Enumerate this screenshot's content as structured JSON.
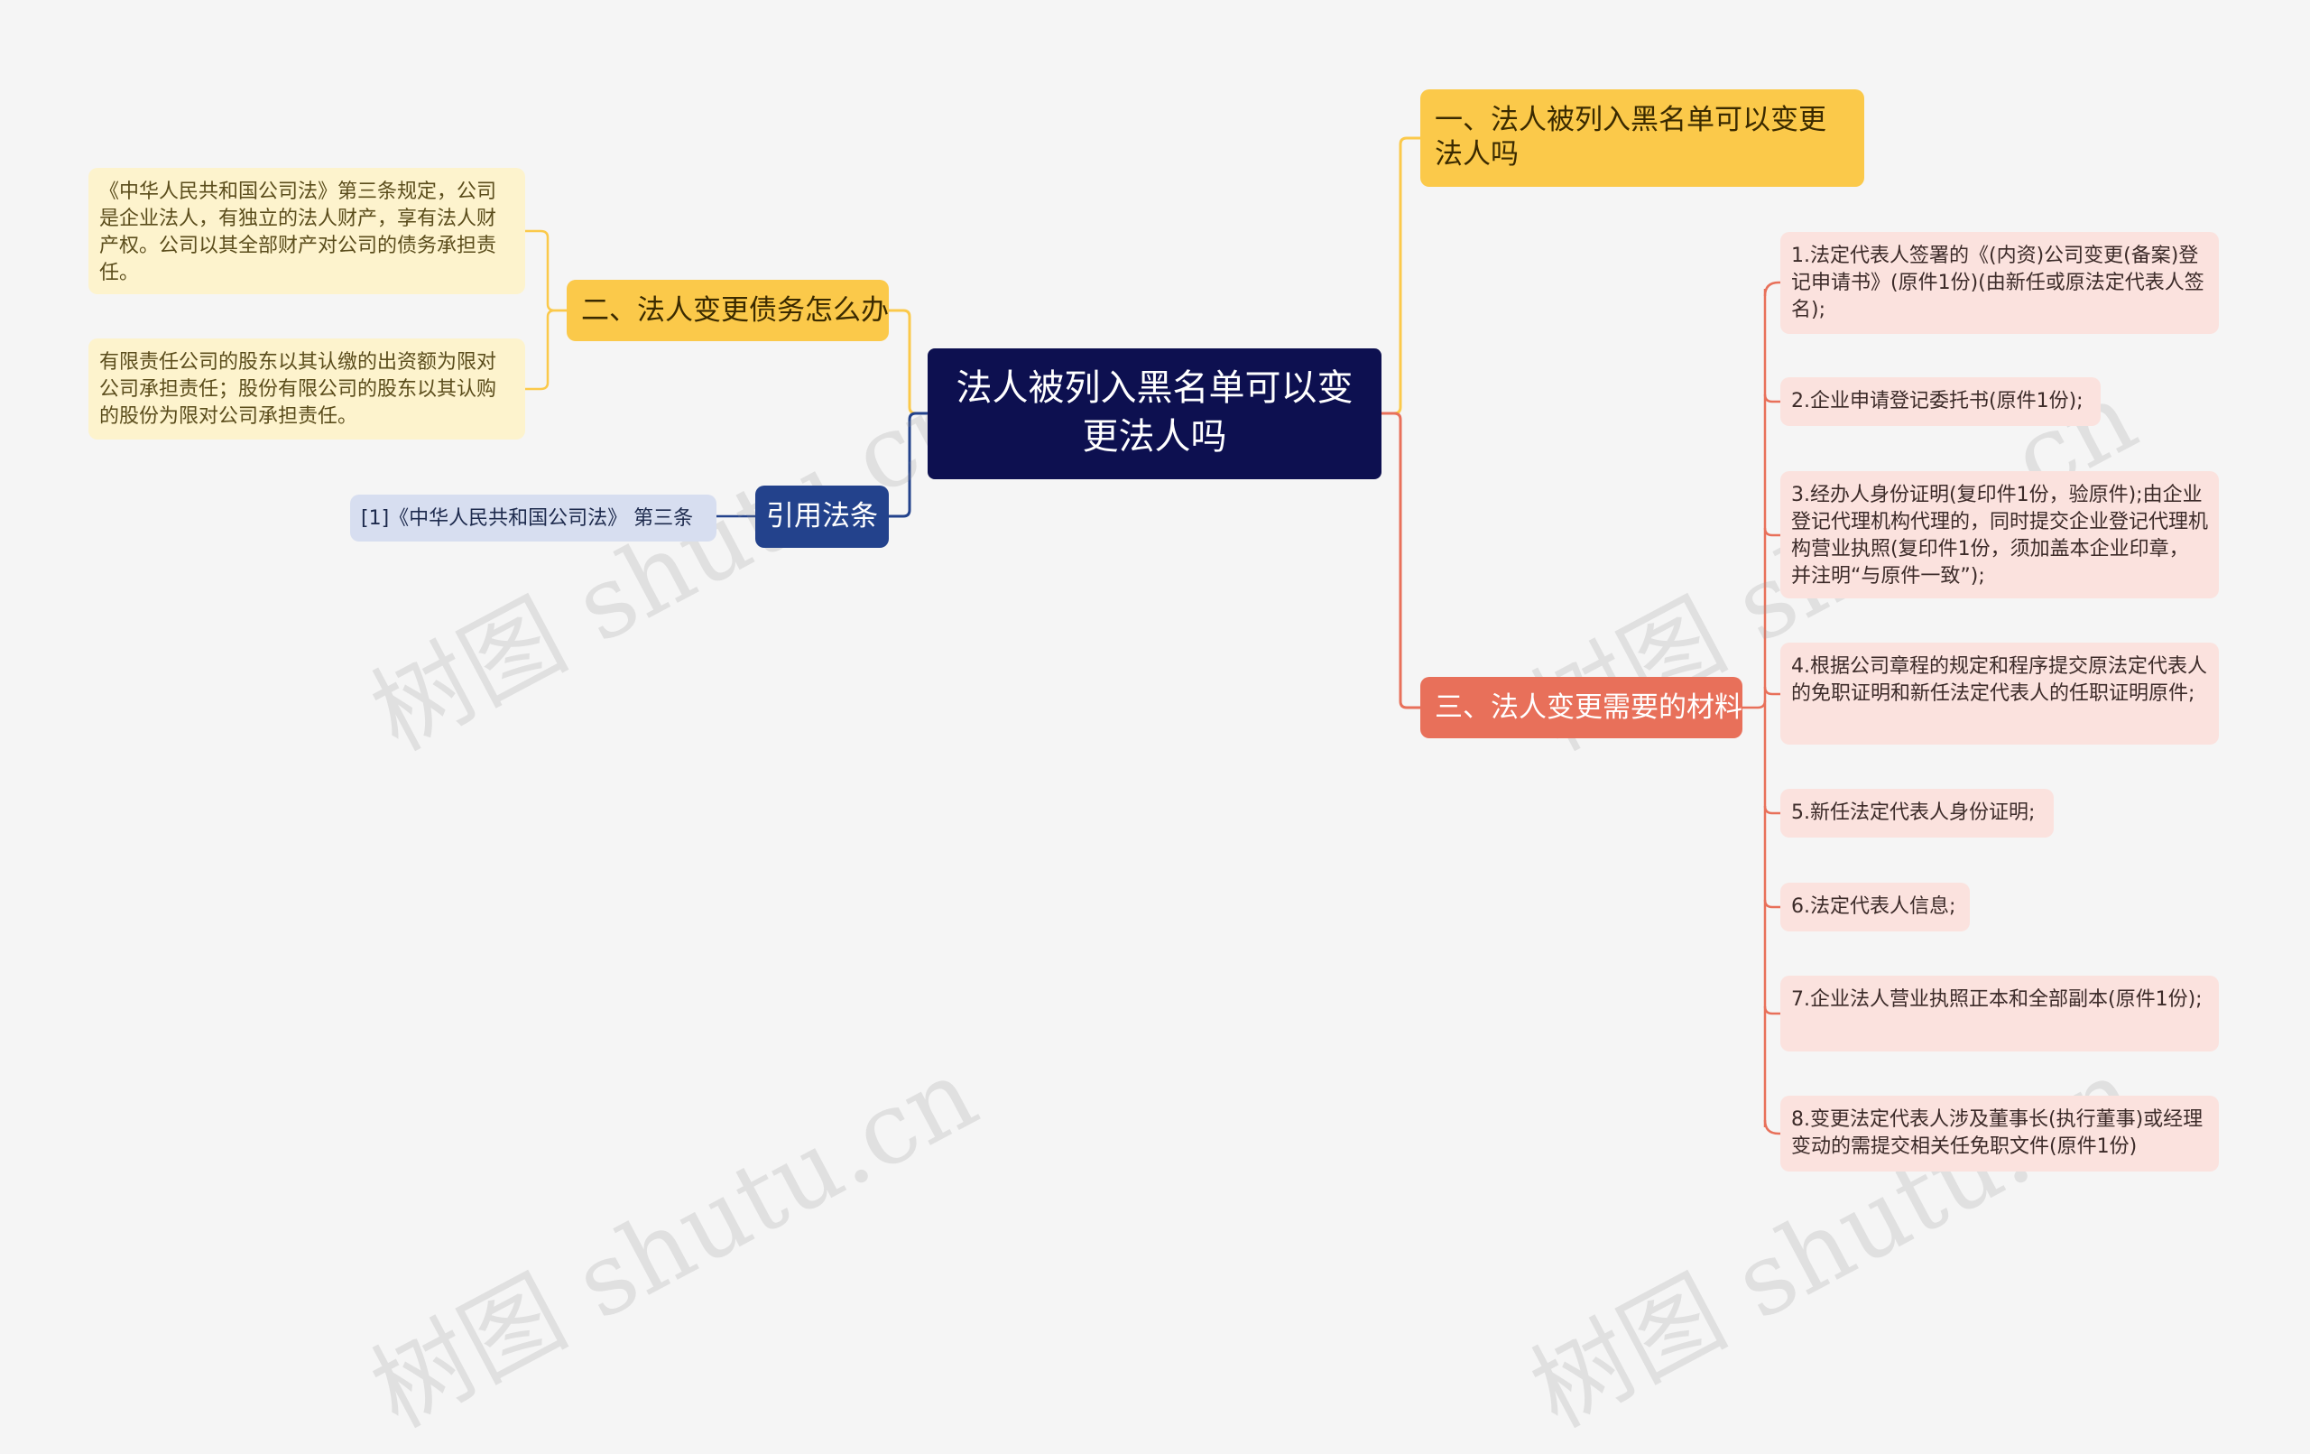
{
  "root": {
    "title": "法人被列入黑名单可以变更法人吗"
  },
  "branches": {
    "b1": "一、法人被列入黑名单可以变更法人吗",
    "b2": "二、法人变更债务怎么办",
    "b3": "三、法人变更需要的材料",
    "b4": "引用法条"
  },
  "leaves": {
    "debt": [
      "《中华人民共和国公司法》第三条规定，公司是企业法人，有独立的法人财产，享有法人财产权。公司以其全部财产对公司的债务承担责任。",
      "有限责任公司的股东以其认缴的出资额为限对公司承担责任；股份有限公司的股东以其认购的股份为限对公司承担责任。"
    ],
    "law": [
      "[1]《中华人民共和国公司法》 第三条"
    ],
    "materials": [
      "1.法定代表人签署的《(内资)公司变更(备案)登记申请书》(原件1份)(由新任或原法定代表人签名);",
      "2.企业申请登记委托书(原件1份);",
      "3.经办人身份证明(复印件1份，验原件);由企业登记代理机构代理的，同时提交企业登记代理机构营业执照(复印件1份，须加盖本企业印章，并注明“与原件一致”);",
      "4.根据公司章程的规定和程序提交原法定代表人的免职证明和新任法定代表人的任职证明原件;",
      "5.新任法定代表人身份证明;",
      "6.法定代表人信息;",
      "7.企业法人营业执照正本和全部副本(原件1份);",
      "8.变更法定代表人涉及董事长(执行董事)或经理变动的需提交相关任免职文件(原件1份)"
    ]
  },
  "watermark": {
    "text": "树图 shutu.cn"
  },
  "colors": {
    "root": "#0d1050",
    "yellow": "#fbc94a",
    "salmon": "#e8705a",
    "navy": "#23428c",
    "leaf_yellow": "#fdf3cd",
    "leaf_pink": "#fbe2de",
    "leaf_blue": "#d7def0"
  }
}
